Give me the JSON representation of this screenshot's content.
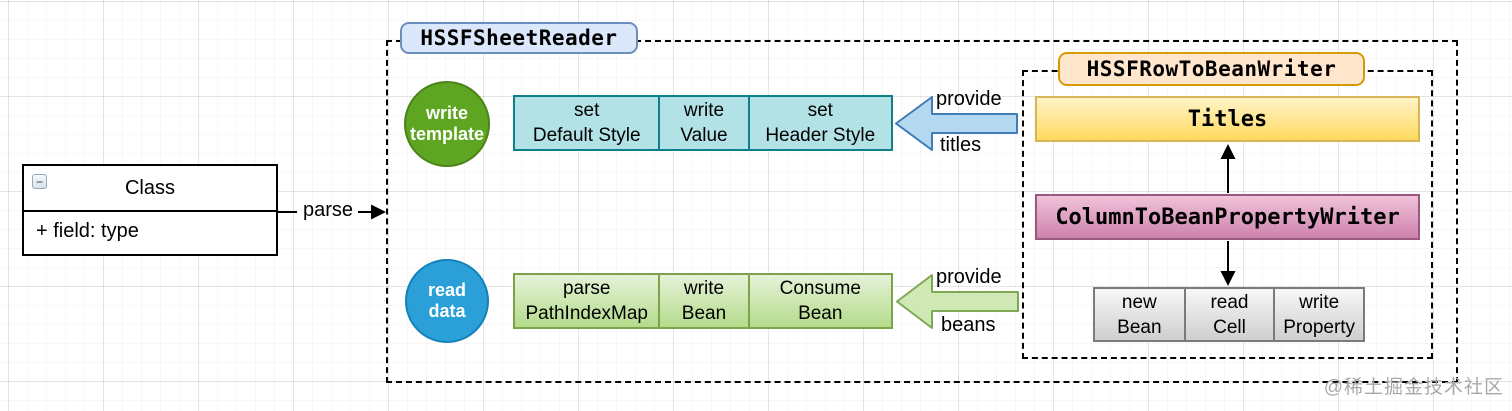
{
  "class_box": {
    "title": "Class",
    "field": "+ field: type",
    "collapse_glyph": "−"
  },
  "parse_arrow": {
    "label": "parse"
  },
  "reader": {
    "title": "HSSFSheetReader",
    "write_template_circle": {
      "line1": "write",
      "line2": "template"
    },
    "read_data_circle": {
      "line1": "read",
      "line2": "data"
    },
    "template_steps": [
      {
        "line1": "set",
        "line2": "Default Style"
      },
      {
        "line1": "write",
        "line2": "Value"
      },
      {
        "line1": "set",
        "line2": "Header Style"
      }
    ],
    "data_steps": [
      {
        "line1": "parse",
        "line2": "PathIndexMap"
      },
      {
        "line1": "write",
        "line2": "Bean"
      },
      {
        "line1": "Consume",
        "line2": "Bean"
      }
    ]
  },
  "provide_titles_arrow": {
    "top_label": "provide",
    "bottom_label": "titles"
  },
  "provide_beans_arrow": {
    "top_label": "provide",
    "bottom_label": "beans"
  },
  "writer": {
    "title": "HSSFRowToBeanWriter",
    "titles_box": "Titles",
    "property_writer_box": "ColumnToBeanPropertyWriter",
    "steps": [
      {
        "line1": "new",
        "line2": "Bean"
      },
      {
        "line1": "read",
        "line2": "Cell"
      },
      {
        "line1": "write",
        "line2": "Property"
      }
    ]
  },
  "watermark": "@稀土掘金技术社区",
  "colors": {
    "reader_tag_fill": "#dbe8fc",
    "reader_tag_border": "#6c8ebf",
    "writer_tag_fill": "#ffe6cc",
    "writer_tag_border": "#d79b00",
    "teal_fill": "#b3e2e6",
    "teal_border": "#0f8088",
    "green_table_border": "#7ca24a",
    "green_circle": "#5ea522",
    "blue_circle": "#2b9fd8",
    "titles_fill_bottom": "#ffd95f",
    "titles_border": "#d6b656",
    "pink_fill_bottom": "#ce82ad",
    "pink_border": "#99597f",
    "blue_arrow_fill": "#b5d8f1",
    "blue_arrow_border": "#3f7cb8",
    "green_arrow_fill": "#cfe8b4",
    "green_arrow_border": "#7fa856"
  }
}
